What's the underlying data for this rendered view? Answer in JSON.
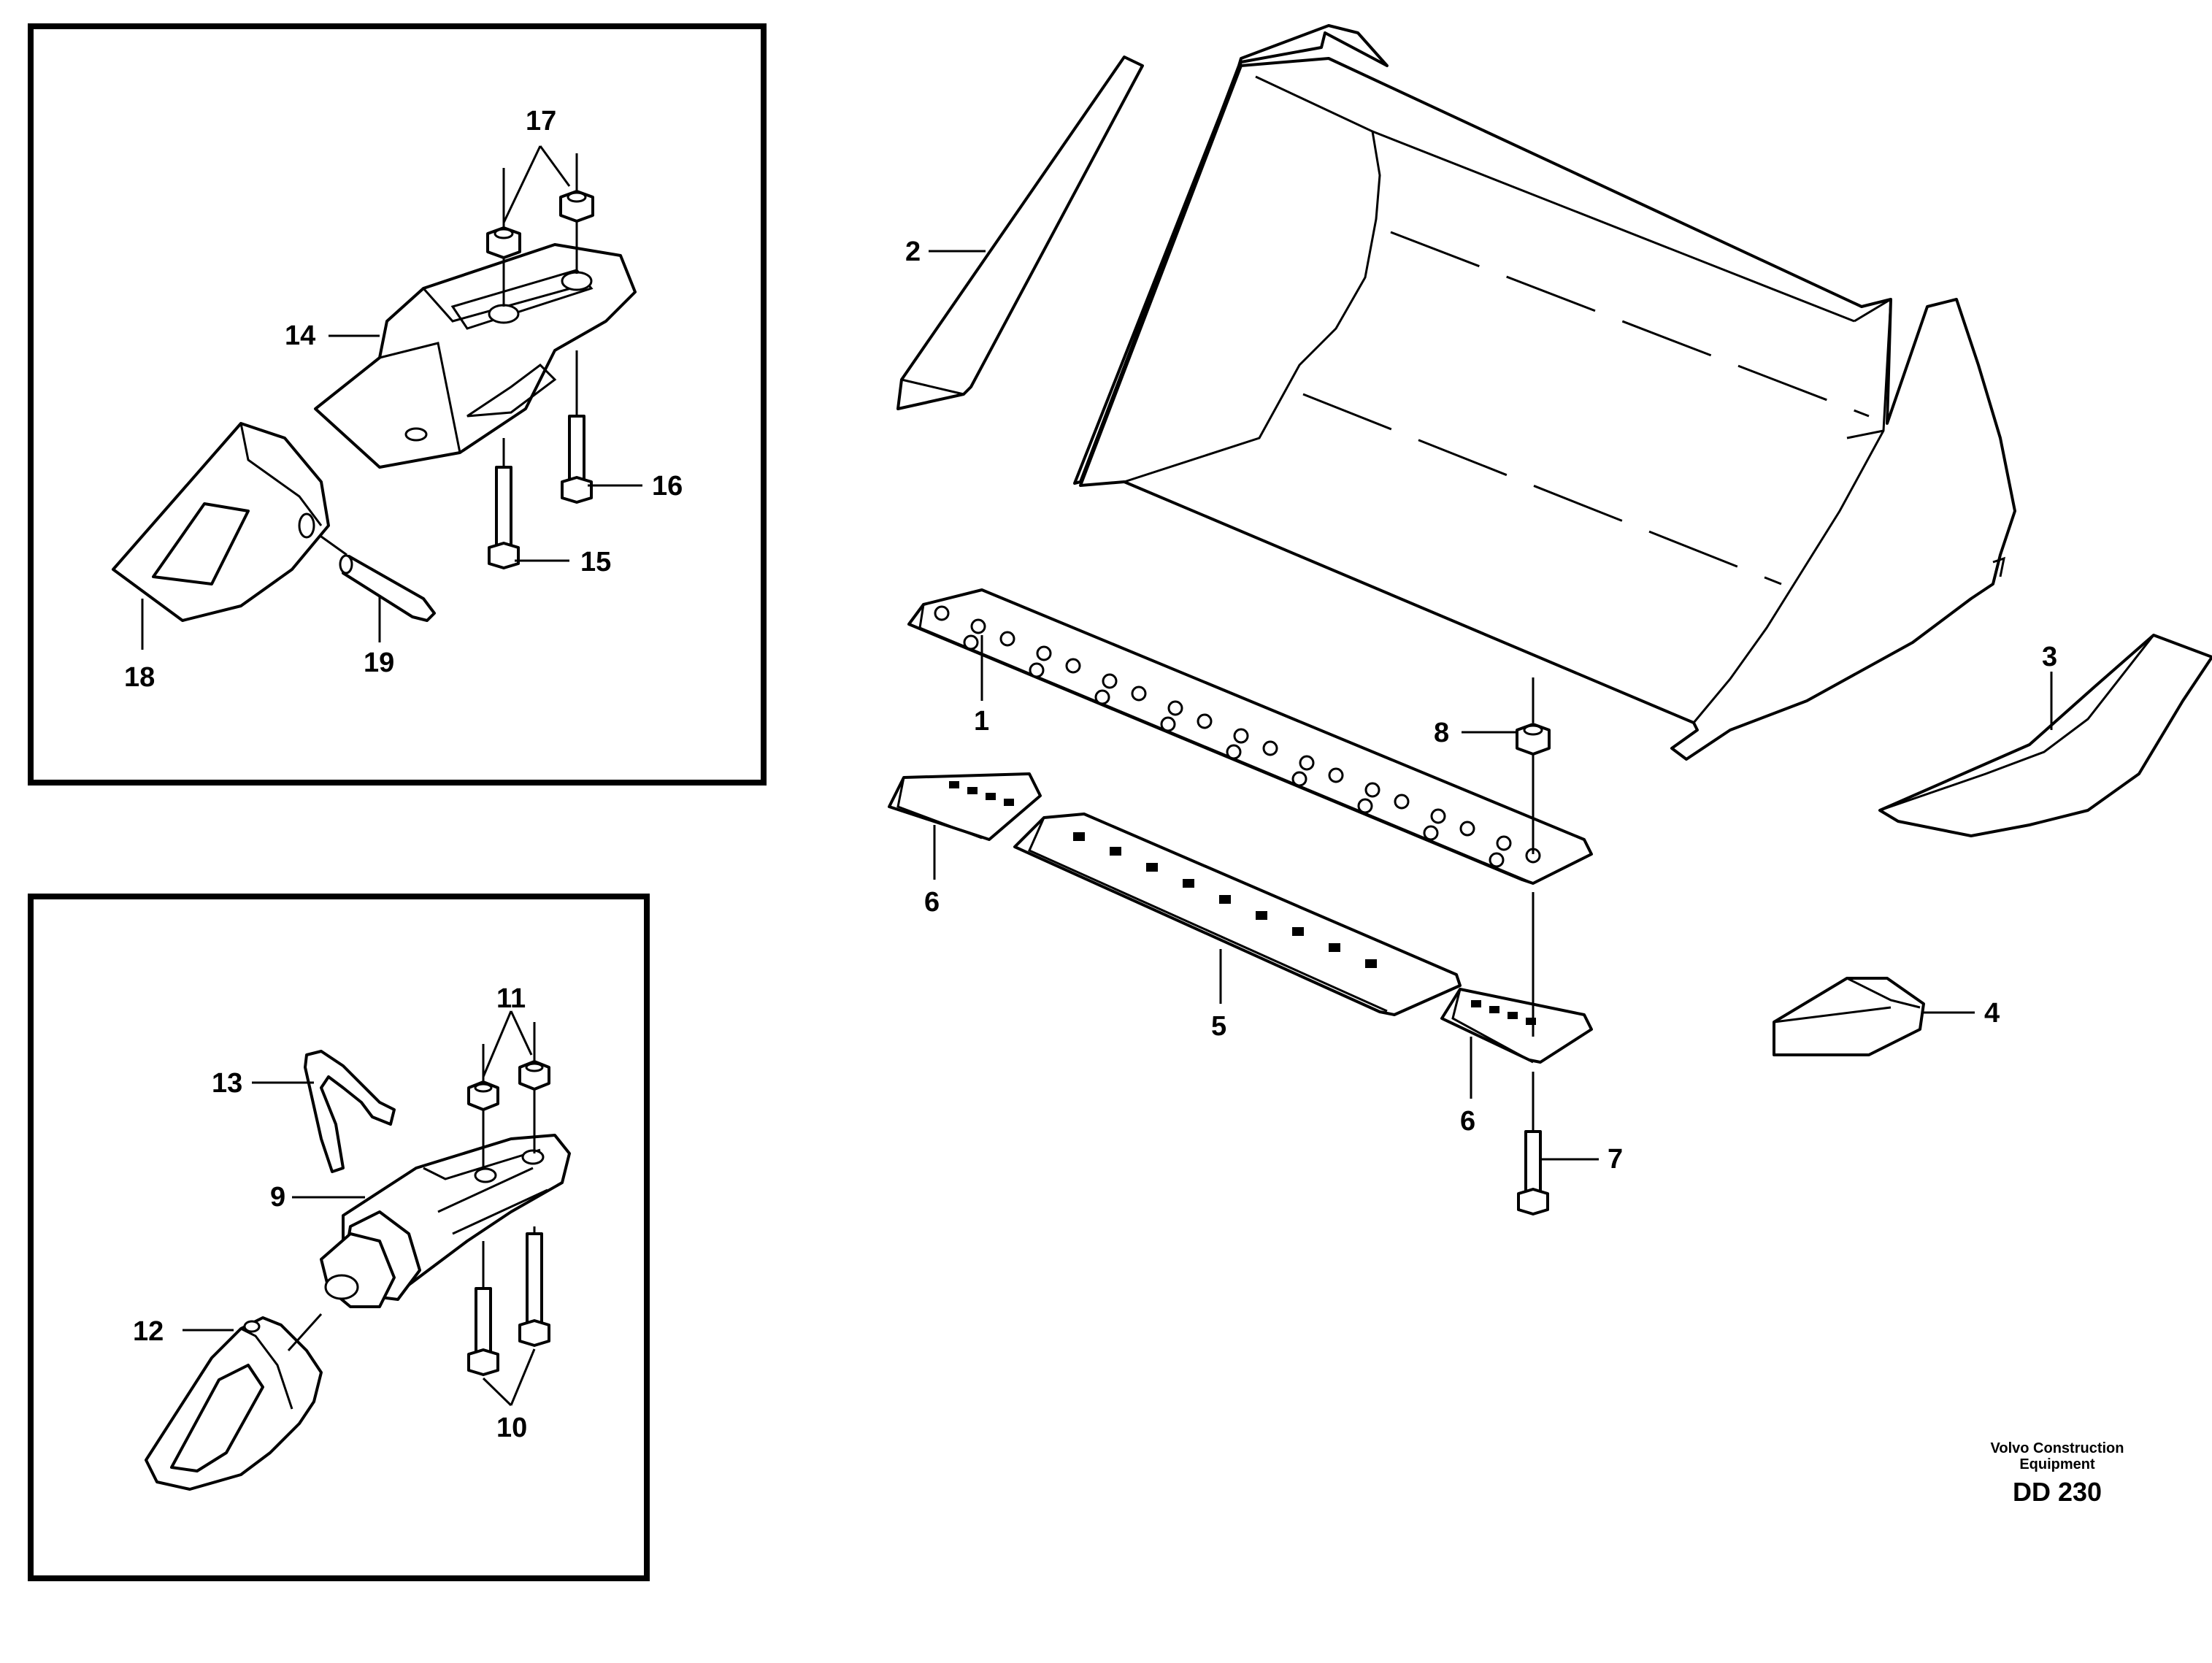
{
  "callouts": {
    "c1": "1",
    "c2": "2",
    "c3": "3",
    "c4": "4",
    "c5": "5",
    "c6a": "6",
    "c6b": "6",
    "c7": "7",
    "c8": "8",
    "c9": "9",
    "c10": "10",
    "c11": "11",
    "c12": "12",
    "c13": "13",
    "c14": "14",
    "c15": "15",
    "c16": "16",
    "c17": "17",
    "c18": "18",
    "c19": "19"
  },
  "footer": {
    "brand_line1": "Volvo Construction",
    "brand_line2": "Equipment",
    "code": "DD 230"
  },
  "colors": {
    "ink": "#000000",
    "paper": "#ffffff"
  }
}
